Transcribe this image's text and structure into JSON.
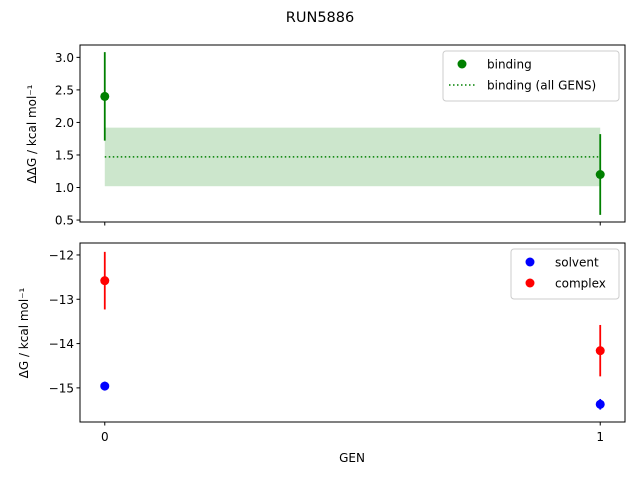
{
  "title": "RUN5886",
  "chart_data": [
    {
      "type": "scatter",
      "ylabel": "ΔΔG / kcal mol⁻¹",
      "xlim": [
        -0.05,
        1.05
      ],
      "ylim": [
        0.47,
        3.19
      ],
      "xticks": [
        0,
        1
      ],
      "yticks": [
        {
          "v": 0.5,
          "label": "0.5"
        },
        {
          "v": 1.0,
          "label": "1.0"
        },
        {
          "v": 1.5,
          "label": "1.5"
        },
        {
          "v": 2.0,
          "label": "2.0"
        },
        {
          "v": 2.5,
          "label": "2.5"
        },
        {
          "v": 3.0,
          "label": "3.0"
        }
      ],
      "grid": false,
      "legend_position": "top-right",
      "series": [
        {
          "name": "binding",
          "color": "#008000",
          "x": [
            0,
            1
          ],
          "y": [
            2.4,
            1.2
          ],
          "yerr": [
            0.68,
            0.62
          ]
        }
      ],
      "band": {
        "name": "binding (all GENS)",
        "color": "#008000",
        "x": [
          0,
          1
        ],
        "y": 1.47,
        "err": 0.45
      }
    },
    {
      "type": "scatter",
      "xlabel": "GEN",
      "ylabel": "ΔG / kcal mol⁻¹",
      "xlim": [
        -0.05,
        1.05
      ],
      "ylim": [
        -15.77,
        -11.73
      ],
      "xticks": [
        {
          "v": 0,
          "label": "0"
        },
        {
          "v": 1,
          "label": "1"
        }
      ],
      "yticks": [
        {
          "v": -12,
          "label": "−12"
        },
        {
          "v": -13,
          "label": "−13"
        },
        {
          "v": -14,
          "label": "−14"
        },
        {
          "v": -15,
          "label": "−15"
        }
      ],
      "grid": false,
      "legend_position": "top-right",
      "series": [
        {
          "name": "solvent",
          "color": "#0000ff",
          "x": [
            0,
            1
          ],
          "y": [
            -14.96,
            -15.37
          ],
          "yerr": [
            0.1,
            0.12
          ]
        },
        {
          "name": "complex",
          "color": "#ff0000",
          "x": [
            0,
            1
          ],
          "y": [
            -12.58,
            -14.16
          ],
          "yerr": [
            0.65,
            0.58
          ]
        }
      ]
    }
  ]
}
